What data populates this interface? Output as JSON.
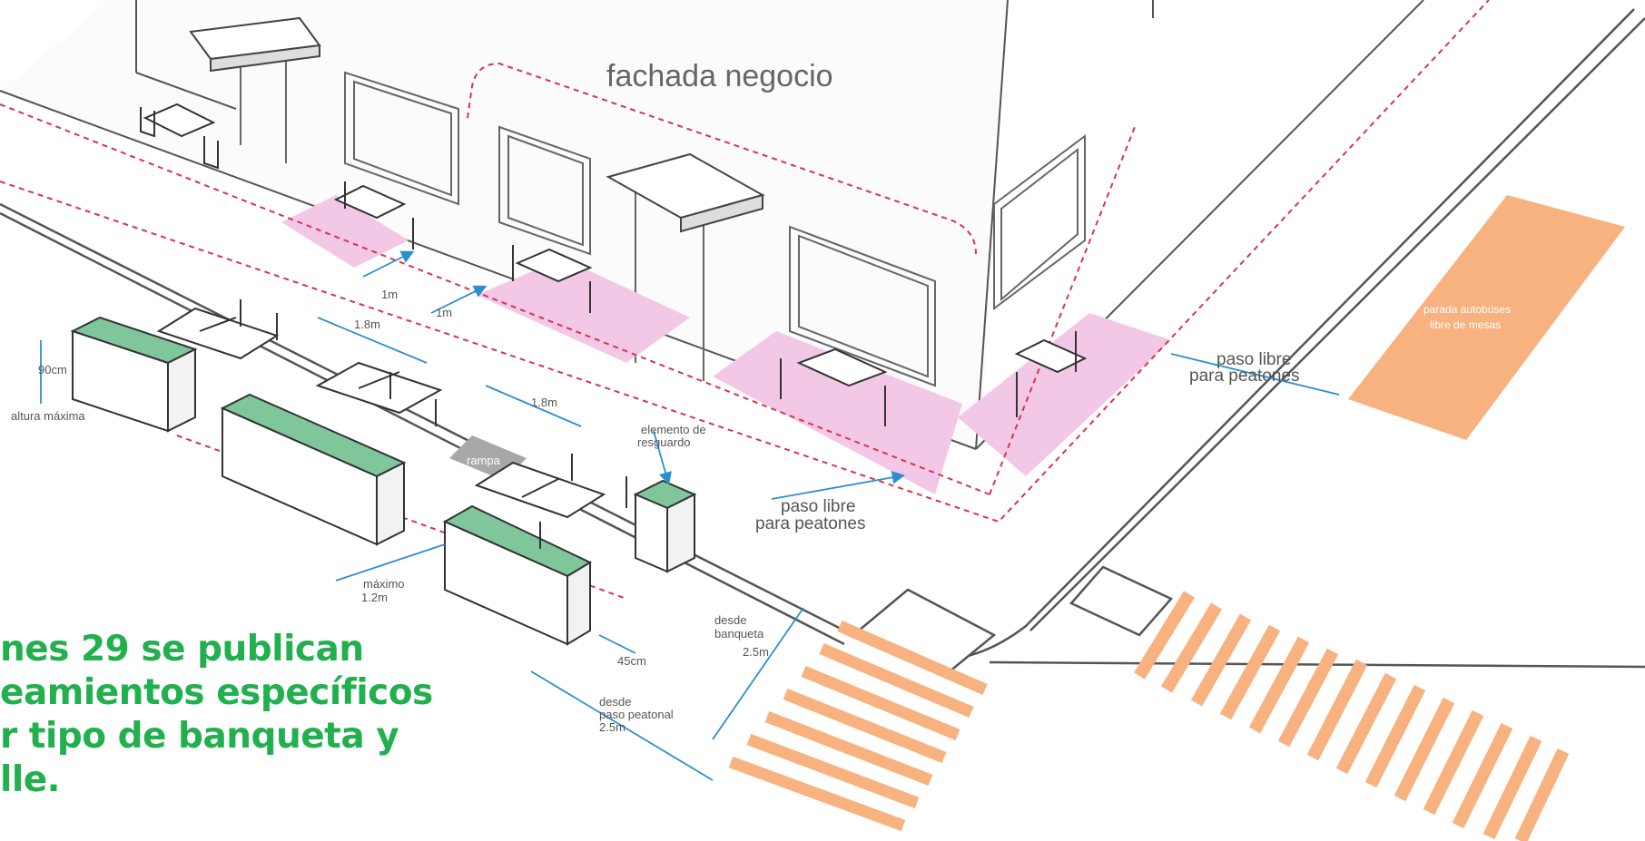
{
  "labels": {
    "fachada": "fachada negocio",
    "paso_libre_1a": "paso libre",
    "paso_libre_1b": "para peatones",
    "paso_libre_2a": "paso libre",
    "paso_libre_2b": "para peatones",
    "parada_a": "parada autobúses",
    "parada_b": "libre de mesas",
    "elemento_a": "elemento de",
    "elemento_b": "resguardo",
    "rampa": "rampa",
    "dim_1m_a": "1m",
    "dim_1m_b": "1m",
    "dim_18_a": "1.8m",
    "dim_18_b": "1.8m",
    "dim_90": "90cm",
    "altura": "altura máxima",
    "maximo_a": "máximo",
    "maximo_b": "1.2m",
    "dim_45": "45cm",
    "banqueta_a": "desde",
    "banqueta_b": "banqueta",
    "banqueta_c": "2.5m",
    "peatonal_a": "desde",
    "peatonal_b": "paso peatonal",
    "peatonal_c": "2.5m"
  },
  "caption": "nes 29 se publican\neamientos específicos\nr tipo de banqueta y\nlle.",
  "colors": {
    "pink": "#f3c8e6",
    "orange": "#f7b27f",
    "green": "#7fc79a",
    "caption": "#22b04e",
    "dash": "#d9334f",
    "dim": "#2b8fcf"
  }
}
